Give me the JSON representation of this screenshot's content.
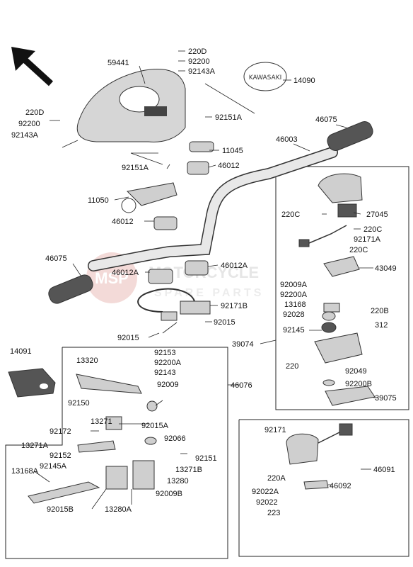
{
  "watermark": {
    "brand": "MOTORCYCLE",
    "subtitle": "SPARE PARTS",
    "logo_text": "MSP"
  },
  "labels": {
    "l_220d_top": "220D",
    "l_92200_top": "92200",
    "l_92143a_top": "92143A",
    "l_59441": "59441",
    "l_14090": "14090",
    "l_220d_left": "220D",
    "l_92200_left": "92200",
    "l_92143a_left": "92143A",
    "l_92151a_mid": "92151A",
    "l_46075_top": "46075",
    "l_11045": "11045",
    "l_46003": "46003",
    "l_92151a_left": "92151A",
    "l_46012_top": "46012",
    "l_11050": "11050",
    "l_46012_mid": "46012",
    "l_46075_left": "46075",
    "l_46012a_left": "46012A",
    "l_46012a_right": "46012A",
    "l_92171b": "92171B",
    "l_92015_mid": "92015",
    "l_92015_left": "92015",
    "l_220c_1": "220C",
    "l_27045": "27045",
    "l_220c_2": "220C",
    "l_92171a": "92171A",
    "l_220c_3": "220C",
    "l_43049": "43049",
    "l_92009a": "92009A",
    "l_92200a_r": "92200A",
    "l_13168": "13168",
    "l_92028": "92028",
    "l_220b": "220B",
    "l_92145": "92145",
    "l_312": "312",
    "l_39074": "39074",
    "l_220": "220",
    "l_92049": "92049",
    "l_92200b": "92200B",
    "l_39075": "39075",
    "l_14091": "14091",
    "l_92153": "92153",
    "l_13320": "13320",
    "l_92200a_l": "92200A",
    "l_92143": "92143",
    "l_92009": "92009",
    "l_46076": "46076",
    "l_92150": "92150",
    "l_13271": "13271",
    "l_92015a": "92015A",
    "l_92172": "92172",
    "l_92066": "92066",
    "l_13271a": "13271A",
    "l_92151": "92151",
    "l_92152": "92152",
    "l_92145a": "92145A",
    "l_13271b": "13271B",
    "l_13168a": "13168A",
    "l_13280": "13280",
    "l_92009b": "92009B",
    "l_92015b": "92015B",
    "l_13280a": "13280A",
    "l_92171": "92171",
    "l_46091": "46091",
    "l_220a": "220A",
    "l_92022a": "92022A",
    "l_46092": "46092",
    "l_92022": "92022",
    "l_223": "223"
  }
}
